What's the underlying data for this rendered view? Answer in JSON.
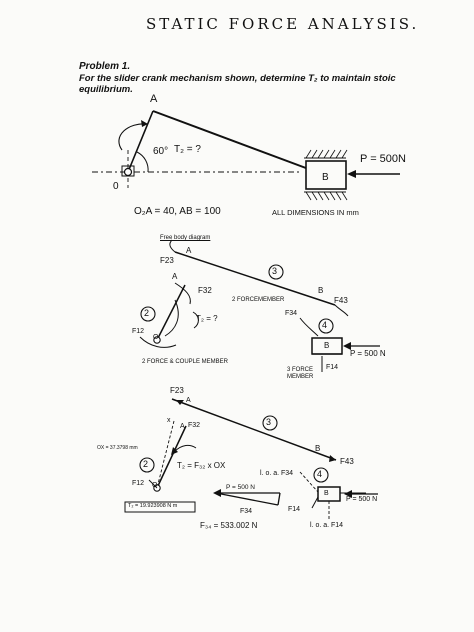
{
  "header": {
    "handwritten_title": "STATIC FORCE ANALYSIS."
  },
  "problem": {
    "label": "Problem 1.",
    "statement_line1": "For the slider crank mechanism shown, determine T₂ to maintain stoic",
    "statement_line2": "equilibrium."
  },
  "mechanism": {
    "point_a": "A",
    "point_b": "B",
    "angle": "60°",
    "torque": "T₂ = ?",
    "load": "P = 500N",
    "origin": "0",
    "dims": "O₂A = 40, AB = 100",
    "units": "ALL DIMENSIONS IN mm"
  },
  "fbd1": {
    "title": "Free body diagram",
    "a1": "A",
    "f23": "F23",
    "circle3": "3",
    "b": "B",
    "f43": "F43",
    "a2": "A",
    "f32": "F32",
    "two_force": "2 FORCEMEMBER",
    "circle2": "2",
    "t2": "T₂ = ?",
    "f34": "F34",
    "circle4": "4",
    "o": "O",
    "f12": "F12",
    "b_block": "B",
    "p": "P = 500 N",
    "two_force_couple": "2 FORCE & COUPLE MEMBER",
    "f14": "F14",
    "three_force_1": "3 FORCE",
    "three_force_2": "MEMBER"
  },
  "fbd2": {
    "f23": "F23",
    "a1": "A",
    "circle3": "3",
    "x": "x",
    "a2": "A",
    "f32": "F32",
    "ox": "OX = 37.3798 mm",
    "circle2": "2",
    "t2": "T₂ = F₃₂ x OX",
    "b": "B",
    "f43": "F43",
    "loa1": "l. o. a. F34",
    "circle4": "4",
    "f12": "F12",
    "o": "O",
    "p_arrow": "P = 500 N",
    "b_block": "B",
    "p_block": "P = 500 N",
    "t2_value": "T₂ = 19.923908 N m",
    "f34": "F34",
    "f14": "F14",
    "f34_value": "F₃₄ = 533.002 N",
    "loa2": "l. o. a. F14"
  }
}
